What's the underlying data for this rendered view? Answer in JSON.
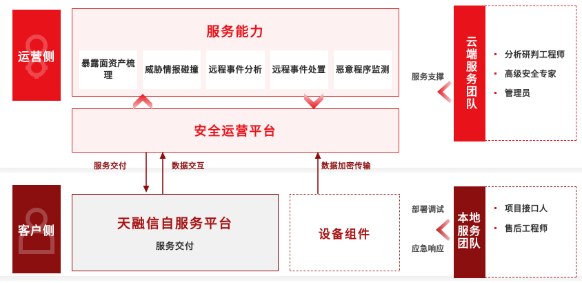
{
  "sides": {
    "operations": {
      "label": "运营侧",
      "color": "#E8121A",
      "icon": "person-gear-watermark-icon"
    },
    "customer": {
      "label": "客户侧",
      "color": "#8C0F10",
      "icon": "person-watermark-icon"
    }
  },
  "capability": {
    "title": "服务能力",
    "cards": [
      {
        "label": "暴露面资产梳理"
      },
      {
        "label": "威胁情报碰撞"
      },
      {
        "label": "远程事件分析"
      },
      {
        "label": "远程事件处置"
      },
      {
        "label": "恶意程序监测"
      }
    ]
  },
  "platform": {
    "title": "安全运营平台"
  },
  "connectors": {
    "service_delivery": "服务交付",
    "data_exchange": "数据交互",
    "data_encrypted_transfer": "数据加密传输"
  },
  "bottom": {
    "self_platform": {
      "title": "天融信自服务平台",
      "subtitle": "服务交付"
    },
    "device": {
      "title": "设备组件"
    }
  },
  "teams": {
    "cloud": {
      "banner": "云端服务团队",
      "members": [
        "分析研判工程师",
        "高级安全专家",
        "管理员"
      ],
      "arrow_label_top": "服务支撑"
    },
    "local": {
      "banner": "本地服务团队",
      "members": [
        "项目接口人",
        "售后工程师"
      ],
      "arrow_label_top": "部署调试",
      "arrow_label_bottom": "应急响应"
    }
  },
  "colors": {
    "brand_red": "#E8121A",
    "dark_red": "#8C0F10",
    "panel_bg": "#FDF1F1",
    "gray_bg": "#F1F1F1"
  }
}
